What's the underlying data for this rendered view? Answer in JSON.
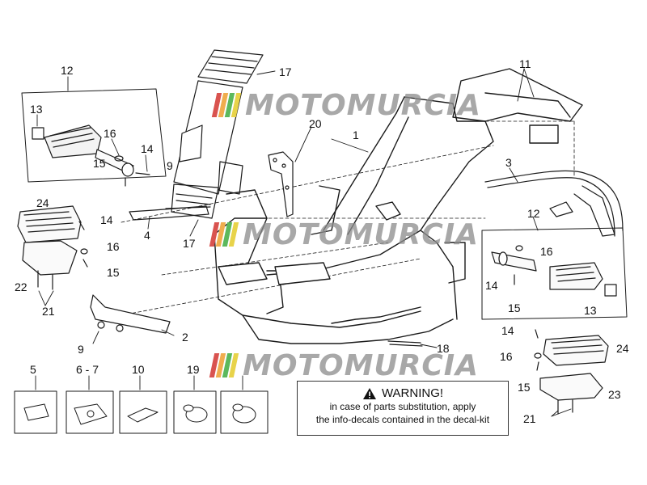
{
  "watermark": {
    "text": "MOTOMURCIA",
    "stripe_colors": [
      "#d9534f",
      "#f0ad4e",
      "#5cb85c",
      "#e8d34a"
    ]
  },
  "callouts": {
    "c1": "1",
    "c2": "2",
    "c3": "3",
    "c4": "4",
    "c5": "5",
    "c6_7": "6 - 7",
    "c9a": "9",
    "c9b": "9",
    "c10": "10",
    "c11": "11",
    "c12a": "12",
    "c12b": "12",
    "c13a": "13",
    "c13b": "13",
    "c14a": "14",
    "c14b": "14",
    "c14c": "14",
    "c14d": "14",
    "c15a": "15",
    "c15b": "15",
    "c15c": "15",
    "c15d": "15",
    "c16a": "16",
    "c16b": "16",
    "c16c": "16",
    "c16d": "16",
    "c17a": "17",
    "c17b": "17",
    "c18": "18",
    "c19": "19",
    "c20": "20",
    "c21a": "21",
    "c21b": "21",
    "c22": "22",
    "c23": "23",
    "c24a": "24",
    "c24b": "24"
  },
  "warning": {
    "title": "WARNING!",
    "line1": "in case of parts substitution, apply",
    "line2": "the info-decals contained in the decal-kit"
  }
}
